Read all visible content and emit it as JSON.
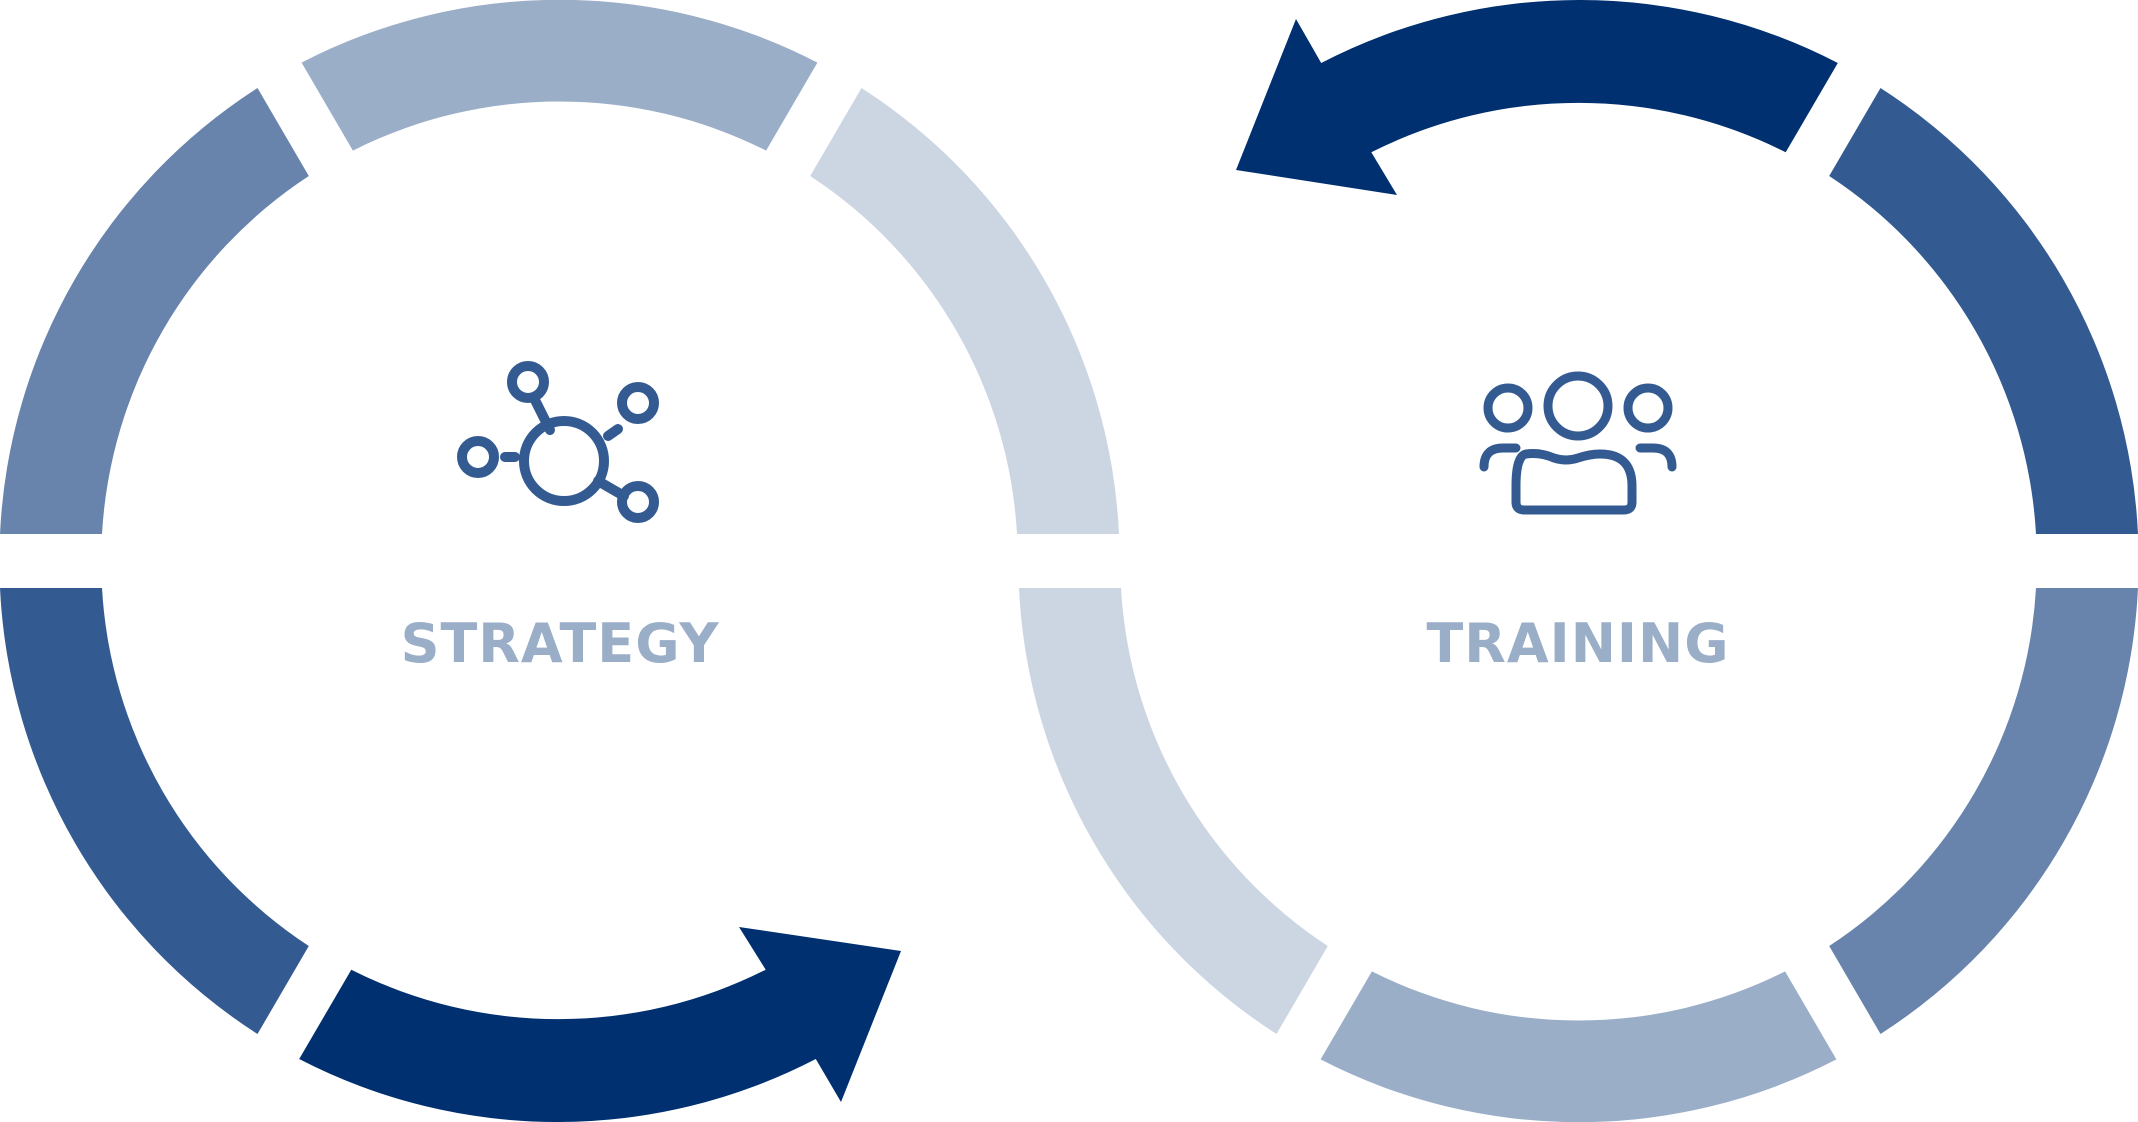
{
  "cycles": [
    {
      "id": "strategy",
      "label": "STRATEGY",
      "icon": "network-nodes-icon"
    },
    {
      "id": "training",
      "label": "TRAINING",
      "icon": "user-group-icon"
    }
  ],
  "colors": {
    "darkest": "#00306f",
    "dark": "#345b91",
    "medium": "#6884ac",
    "light": "#9aaec8",
    "lightest": "#ccd6e3",
    "label": "#9aaec8",
    "icon": "#345b91"
  }
}
